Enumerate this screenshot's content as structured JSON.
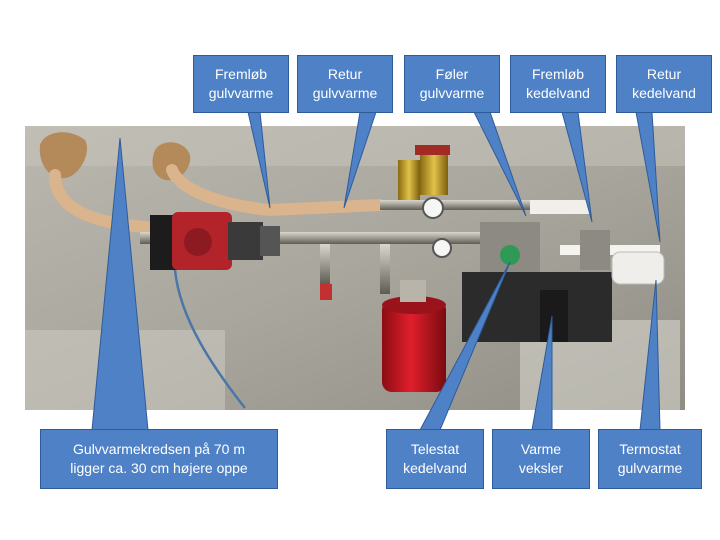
{
  "callouts": {
    "fremlob_gulvvarme": {
      "line1": "Fremløb",
      "line2": "gulvvarme"
    },
    "retur_gulvvarme": {
      "line1": "Retur",
      "line2": "gulvvarme"
    },
    "foler_gulvvarme": {
      "line1": "Føler",
      "line2": "gulvvarme"
    },
    "fremlob_kedelvand": {
      "line1": "Fremløb",
      "line2": "kedelvand"
    },
    "retur_kedelvand": {
      "line1": "Retur",
      "line2": "kedelvand"
    },
    "gulvvarmekredsen": {
      "line1": "Gulvvarmekredsen på 70 m",
      "line2": "ligger ca. 30 cm højere oppe"
    },
    "telestat_kedelvand": {
      "line1": "Telestat",
      "line2": "kedelvand"
    },
    "varme_veksler": {
      "line1": "Varme",
      "line2": "veksler"
    },
    "termostat_gulvvarme": {
      "line1": "Termostat",
      "line2": "gulvvarme"
    }
  },
  "colors": {
    "callout_fill": "#4f81c7",
    "callout_border": "#2e5b9a",
    "callout_text": "#ffffff"
  }
}
